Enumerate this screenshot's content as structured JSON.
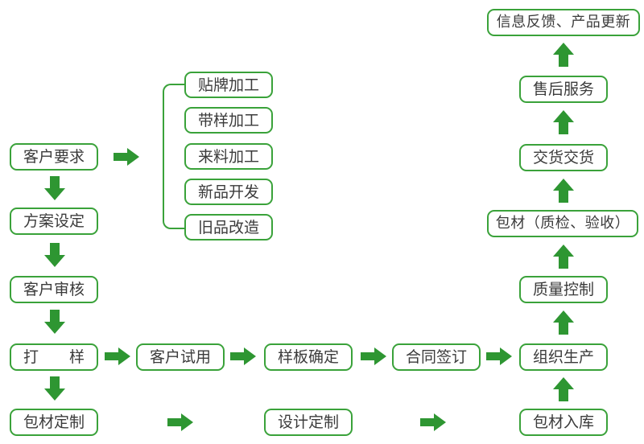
{
  "title": "OEM production process flowchart",
  "colors": {
    "arrow-green": "#2e9632",
    "border-green": "#3aa23a",
    "text": "#3b3b3b",
    "bg": "#ffffff"
  },
  "icons": {
    "arrow-right": "solid block arrow pointing right",
    "arrow-down": "solid block arrow pointing down",
    "arrow-up": "solid block arrow pointing up",
    "branch-bracket": "rounded square bracket connecting branch boxes"
  },
  "nodes": {
    "customer-requirements": "客户要求",
    "plan-setting": "方案设定",
    "customer-review": "客户审核",
    "sampling": "打　　样",
    "packaging-customization": "包材定制",
    "oem-processing": "贴牌加工",
    "with-sample-processing": "带样加工",
    "incoming-material-processing": "来料加工",
    "new-product-development": "新品开发",
    "old-product-renovation": "旧品改造",
    "customer-trial": "客户试用",
    "sample-confirmation": "样板确定",
    "contract-signing": "合同签订",
    "organize-production": "组织生产",
    "design-customization": "设计定制",
    "packaging-warehousing": "包材入库",
    "quality-control": "质量控制",
    "packaging-inspection": "包材（质检、验收）",
    "delivery": "交货交货",
    "after-sales-service": "售后服务",
    "feedback-product-update": "信息反馈、产品更新"
  }
}
